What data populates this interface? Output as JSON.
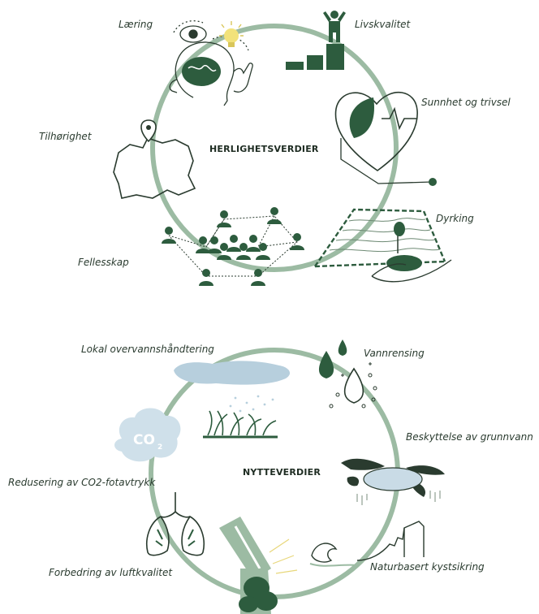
{
  "diagrams": [
    {
      "title": "HERLIGHETSVERDIER",
      "items": [
        {
          "label": "Læring",
          "icon": "learning-head-brain-icon"
        },
        {
          "label": "Livskvalitet",
          "icon": "podium-person-icon"
        },
        {
          "label": "Sunnhet og trivsel",
          "icon": "heart-leaf-icon"
        },
        {
          "label": "Tilhørighet",
          "icon": "map-pin-icon"
        },
        {
          "label": "Dyrking",
          "icon": "hand-growing-plant-icon"
        },
        {
          "label": "Fellesskap",
          "icon": "people-network-icon"
        }
      ]
    },
    {
      "title": "NYTTEVERDIER",
      "items": [
        {
          "label": "Lokal overvannshåndtering",
          "icon": "rain-cloud-icon"
        },
        {
          "label": "Vannrensing",
          "icon": "water-drops-icon"
        },
        {
          "label": "Beskyttelse av grunnvann",
          "icon": "groundwater-icon"
        },
        {
          "label": "Redusering av CO2-fotavtrykk",
          "icon": "co2-cloud-icon"
        },
        {
          "label": "Forbedring av luftkvalitet",
          "icon": "lungs-icon"
        },
        {
          "label": "Naturbasert kystsikring",
          "icon": "wave-icon"
        }
      ]
    }
  ],
  "colors": {
    "ring": "#9cbba3",
    "dark_green": "#2d5c3e",
    "light_blue": "#b7cfdd",
    "text": "#2a3b2f"
  }
}
